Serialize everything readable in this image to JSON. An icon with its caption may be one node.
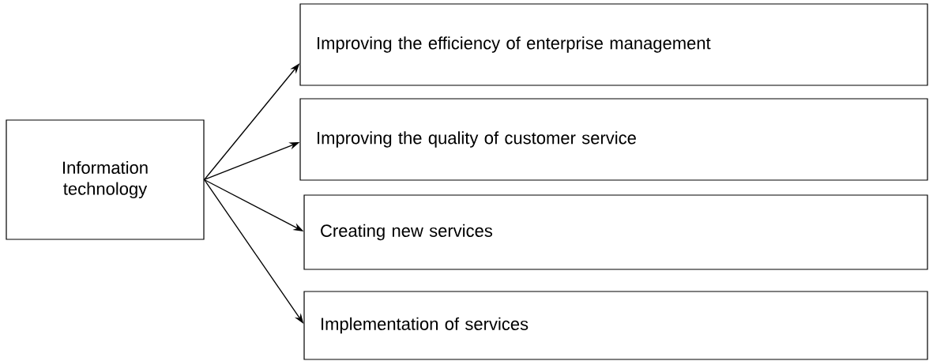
{
  "diagram": {
    "nodes": [
      {
        "text": [
          "Information technology"
        ]
      },
      {
        "text": [
          "Improving the efficiency of enterprise management"
        ]
      },
      {
        "text": [
          "Improving the quality of customer service"
        ]
      },
      {
        "text": [
          "Creating new services"
        ]
      },
      {
        "text": [
          "Implementation of services"
        ]
      }
    ],
    "edges": [
      {
        "from": 0,
        "to": 1,
        "arrow": "to"
      },
      {
        "from": 0,
        "to": 2,
        "arrow": "to"
      },
      {
        "from": 0,
        "to": 3,
        "arrow": "to"
      },
      {
        "from": 0,
        "to": 4,
        "arrow": "to"
      }
    ]
  }
}
